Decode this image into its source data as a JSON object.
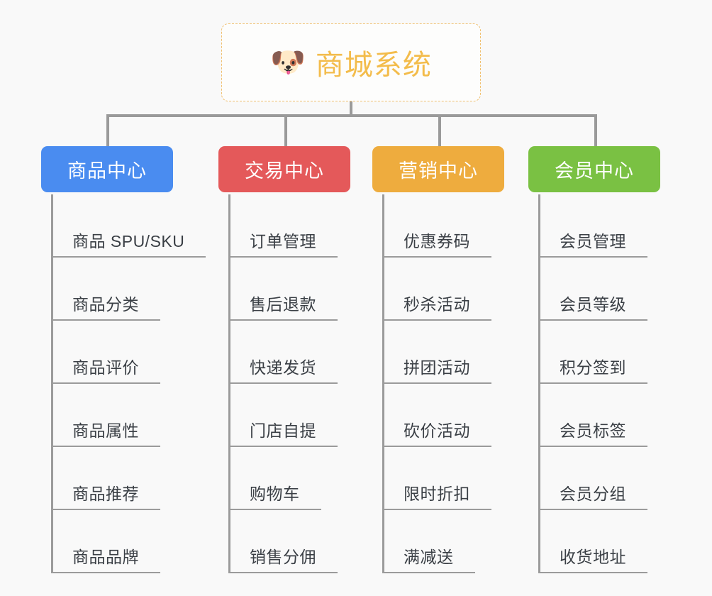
{
  "root": {
    "icon": "dog-face-emoji",
    "emoji": "🐶",
    "title": "商城系统",
    "border_color": "#f0c070",
    "text_color": "#f3bc4b"
  },
  "connector_color": "#9a9a9a",
  "background_color": "#f9f9f9",
  "columns": [
    {
      "id": "product-center",
      "label": "商品中心",
      "color": "#4a8cf0",
      "items": [
        {
          "label": "商品 SPU/SKU"
        },
        {
          "label": "商品分类"
        },
        {
          "label": "商品评价"
        },
        {
          "label": "商品属性"
        },
        {
          "label": "商品推荐"
        },
        {
          "label": "商品品牌"
        }
      ]
    },
    {
      "id": "trade-center",
      "label": "交易中心",
      "color": "#e4595a",
      "items": [
        {
          "label": "订单管理"
        },
        {
          "label": "售后退款"
        },
        {
          "label": "快递发货"
        },
        {
          "label": "门店自提"
        },
        {
          "label": "购物车"
        },
        {
          "label": "销售分佣"
        }
      ]
    },
    {
      "id": "marketing-center",
      "label": "营销中心",
      "color": "#eeac3e",
      "items": [
        {
          "label": "优惠券码"
        },
        {
          "label": "秒杀活动"
        },
        {
          "label": "拼团活动"
        },
        {
          "label": "砍价活动"
        },
        {
          "label": "限时折扣"
        },
        {
          "label": "满减送"
        }
      ]
    },
    {
      "id": "member-center",
      "label": "会员中心",
      "color": "#7ac143",
      "items": [
        {
          "label": "会员管理"
        },
        {
          "label": "会员等级"
        },
        {
          "label": "积分签到"
        },
        {
          "label": "会员标签"
        },
        {
          "label": "会员分组"
        },
        {
          "label": "收货地址"
        }
      ]
    }
  ]
}
